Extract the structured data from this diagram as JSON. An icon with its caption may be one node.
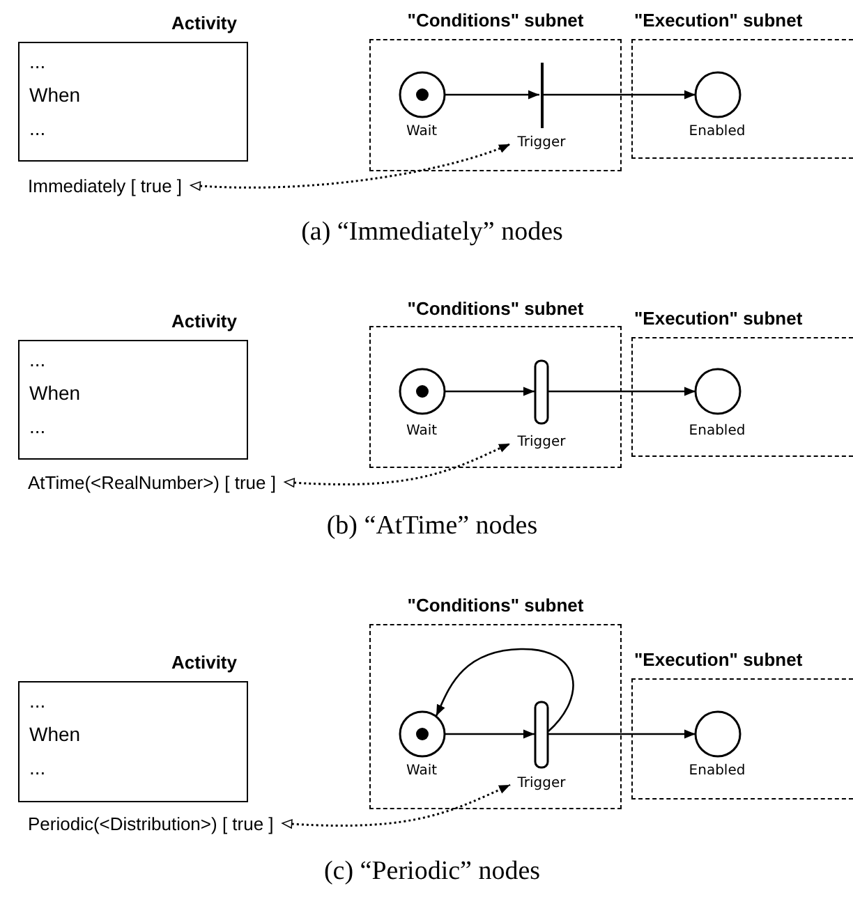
{
  "diagram": {
    "nodes": [
      {
        "text": [
          "Activity",
          "...",
          "When",
          "..."
        ]
      },
      {
        "text": [
          "Immediately [ true ]"
        ]
      },
      {
        "text": [
          "\"Conditions\" subnet"
        ]
      },
      {
        "text": [
          "Wait"
        ],
        "in": 2
      },
      {
        "text": [
          "Trigger"
        ],
        "in": 2
      },
      {
        "text": [
          "\"Execution\" subnet"
        ]
      },
      {
        "text": [
          "Enabled"
        ],
        "in": 5
      },
      {
        "text": [
          "Activity",
          "...",
          "When",
          "..."
        ]
      },
      {
        "text": [
          "AtTime(<RealNumber>) [ true ]"
        ]
      },
      {
        "text": [
          "\"Conditions\" subnet"
        ]
      },
      {
        "text": [
          "Wait"
        ],
        "in": 9
      },
      {
        "text": [
          "Trigger"
        ],
        "in": 9
      },
      {
        "text": [
          "\"Execution\" subnet"
        ]
      },
      {
        "text": [
          "Enabled"
        ],
        "in": 12
      },
      {
        "text": [
          "Activity",
          "...",
          "When",
          "..."
        ]
      },
      {
        "text": [
          "Periodic(<Distribution>) [ true ]"
        ]
      },
      {
        "text": [
          "\"Conditions\" subnet"
        ]
      },
      {
        "text": [
          "Wait"
        ],
        "in": 16
      },
      {
        "text": [
          "Trigger"
        ],
        "in": 16
      },
      {
        "text": [
          "\"Execution\" subnet"
        ]
      },
      {
        "text": [
          "Enabled"
        ],
        "in": 19
      }
    ],
    "edges": [
      {
        "from": 3,
        "to": 4,
        "arrow": "to"
      },
      {
        "from": 4,
        "to": 6,
        "arrow": "to"
      },
      {
        "from": 1,
        "to": 4,
        "arrow": "both",
        "style": "dashed"
      },
      {
        "from": 10,
        "to": 11,
        "arrow": "to"
      },
      {
        "from": 11,
        "to": 13,
        "arrow": "to"
      },
      {
        "from": 8,
        "to": 11,
        "arrow": "both",
        "style": "dashed"
      },
      {
        "from": 17,
        "to": 18,
        "arrow": "to"
      },
      {
        "from": 18,
        "to": 17,
        "arrow": "to"
      },
      {
        "from": 18,
        "to": 20,
        "arrow": "to"
      },
      {
        "from": 15,
        "to": 18,
        "arrow": "both",
        "style": "dashed"
      }
    ],
    "labels": [
      "(a) “Immediately” nodes",
      "(b) “AtTime” nodes",
      "(c) “Periodic” nodes"
    ]
  }
}
